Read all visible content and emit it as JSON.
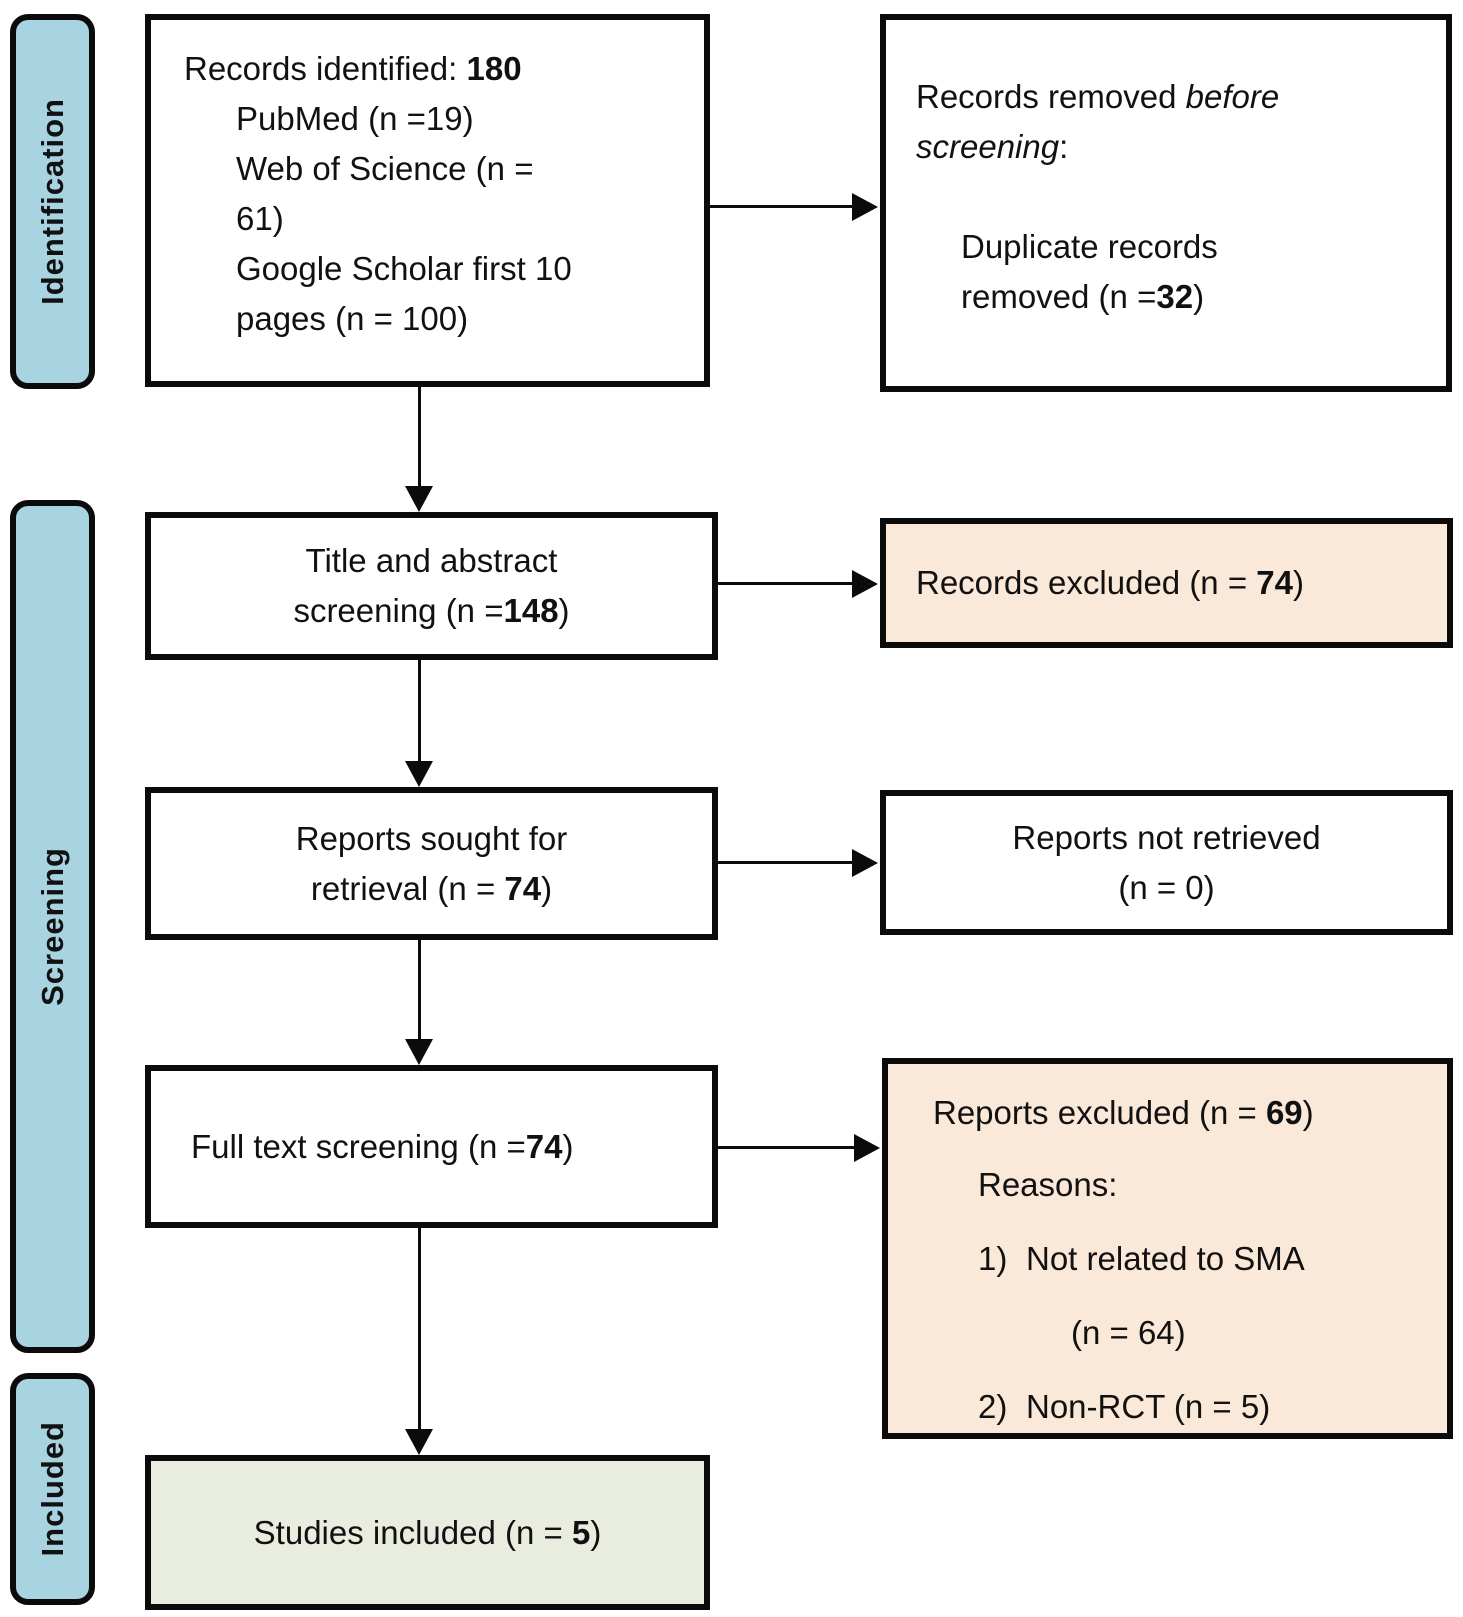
{
  "stages": {
    "identification": "Identification",
    "screening": "Screening",
    "included": "Included"
  },
  "boxes": {
    "records_identified": {
      "title_prefix": "Records identified: ",
      "title_count": "180",
      "item1": "PubMed (n =19)",
      "item2_line1": "Web of Science (n =",
      "item2_line2": "61)",
      "item3_line1": "Google Scholar first 10",
      "item3_line2": "pages (n = 100)"
    },
    "records_removed": {
      "line1_text": "Records removed ",
      "line1_italic": "before",
      "line2_italic": "screening",
      "line2_colon": ":",
      "item_line1": "Duplicate records",
      "item_line2_prefix": "removed (n =",
      "item_line2_count": "32",
      "item_line2_suffix": ")"
    },
    "title_abstract_screening": {
      "line1": "Title and abstract",
      "line2_prefix": "screening (n =",
      "line2_count": "148",
      "line2_suffix": ")"
    },
    "records_excluded": {
      "prefix": "Records excluded (n = ",
      "count": "74",
      "suffix": ")"
    },
    "reports_sought": {
      "line1": "Reports sought for",
      "line2_prefix": "retrieval (n = ",
      "line2_count": "74",
      "line2_suffix": ")"
    },
    "reports_not_retrieved": {
      "line1": "Reports not retrieved",
      "line2": "(n = 0)"
    },
    "full_text_screening": {
      "prefix": "Full text screening (n =",
      "count": "74",
      "suffix": ")"
    },
    "reports_excluded": {
      "line1_prefix": "Reports excluded (n = ",
      "line1_count": "69",
      "line1_suffix": ")",
      "reasons_label": "Reasons:",
      "reason1_num": "1)",
      "reason1_text": "Not related to SMA",
      "reason1_sub": "(n = 64)",
      "reason2_num": "2)",
      "reason2_text": "Non-RCT (n = 5)"
    },
    "studies_included": {
      "prefix": "Studies included (n = ",
      "count": "5",
      "suffix": ")"
    }
  },
  "colors": {
    "stage_tab_fill": "#A8D3E1",
    "excluded_box_fill": "#FAE8D8",
    "included_box_fill": "#E9EDDF",
    "border": "#0B0B0B"
  }
}
